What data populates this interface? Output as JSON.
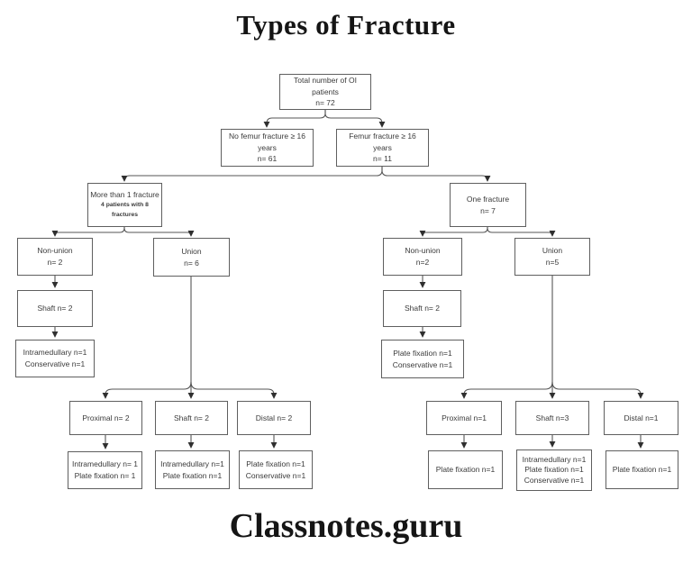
{
  "title": "Types of Fracture",
  "footer": "Classnotes.guru",
  "style": {
    "box_border_color": "#5f5f5f",
    "connector_color": "#565656",
    "text_color": "#3a3a3a",
    "title_color": "#151515",
    "background": "#ffffff"
  },
  "nodes": {
    "total": {
      "line1": "Total number of OI patients",
      "line2": "n= 72"
    },
    "no_femur": {
      "line1": "No femur fracture ≥ 16 years",
      "line2": "n= 61"
    },
    "femur": {
      "line1": "Femur fracture ≥ 16 years",
      "line2": "n= 11"
    },
    "more_than_one": {
      "line1": "More than 1 fracture",
      "line2": "4 patients with 8 fractures"
    },
    "one_fracture": {
      "line1": "One fracture",
      "line2": "n= 7"
    },
    "left_nonunion": {
      "line1": "Non-union",
      "line2": "n= 2"
    },
    "left_union": {
      "line1": "Union",
      "line2": "n= 6"
    },
    "right_nonunion": {
      "line1": "Non-union",
      "line2": "n=2"
    },
    "right_union": {
      "line1": "Union",
      "line2": "n=5"
    },
    "left_shaft": {
      "line1": "Shaft n= 2"
    },
    "left_shaft_treatment": {
      "line1": "Intramedullary n=1",
      "line2": "Conservative n=1"
    },
    "right_shaft": {
      "line1": "Shaft n= 2"
    },
    "right_shaft_treatment": {
      "line1": "Plate fixation n=1",
      "line2": "Conservative n=1"
    },
    "left_proximal": {
      "line1": "Proximal n= 2"
    },
    "left_shaft_union": {
      "line1": "Shaft n= 2"
    },
    "left_distal": {
      "line1": "Distal n= 2"
    },
    "left_proximal_treatment": {
      "line1": "Intramedullary n= 1",
      "line2": "Plate fixation n= 1"
    },
    "left_shaft_union_treatment": {
      "line1": "Intramedullary n=1",
      "line2": "Plate fixation n=1"
    },
    "left_distal_treatment": {
      "line1": "Plate fixation n=1",
      "line2": "Conservative n=1"
    },
    "right_proximal": {
      "line1": "Proximal n=1"
    },
    "right_shaft_union": {
      "line1": "Shaft n=3"
    },
    "right_distal": {
      "line1": "Distal n=1"
    },
    "right_proximal_treatment": {
      "line1": "Plate fixation n=1"
    },
    "right_shaft_union_treatment": {
      "line1": "Intramedullary n=1",
      "line2": "Plate fixation n=1",
      "line3": "Conservative n=1"
    },
    "right_distal_treatment": {
      "line1": "Plate fixation n=1"
    }
  }
}
